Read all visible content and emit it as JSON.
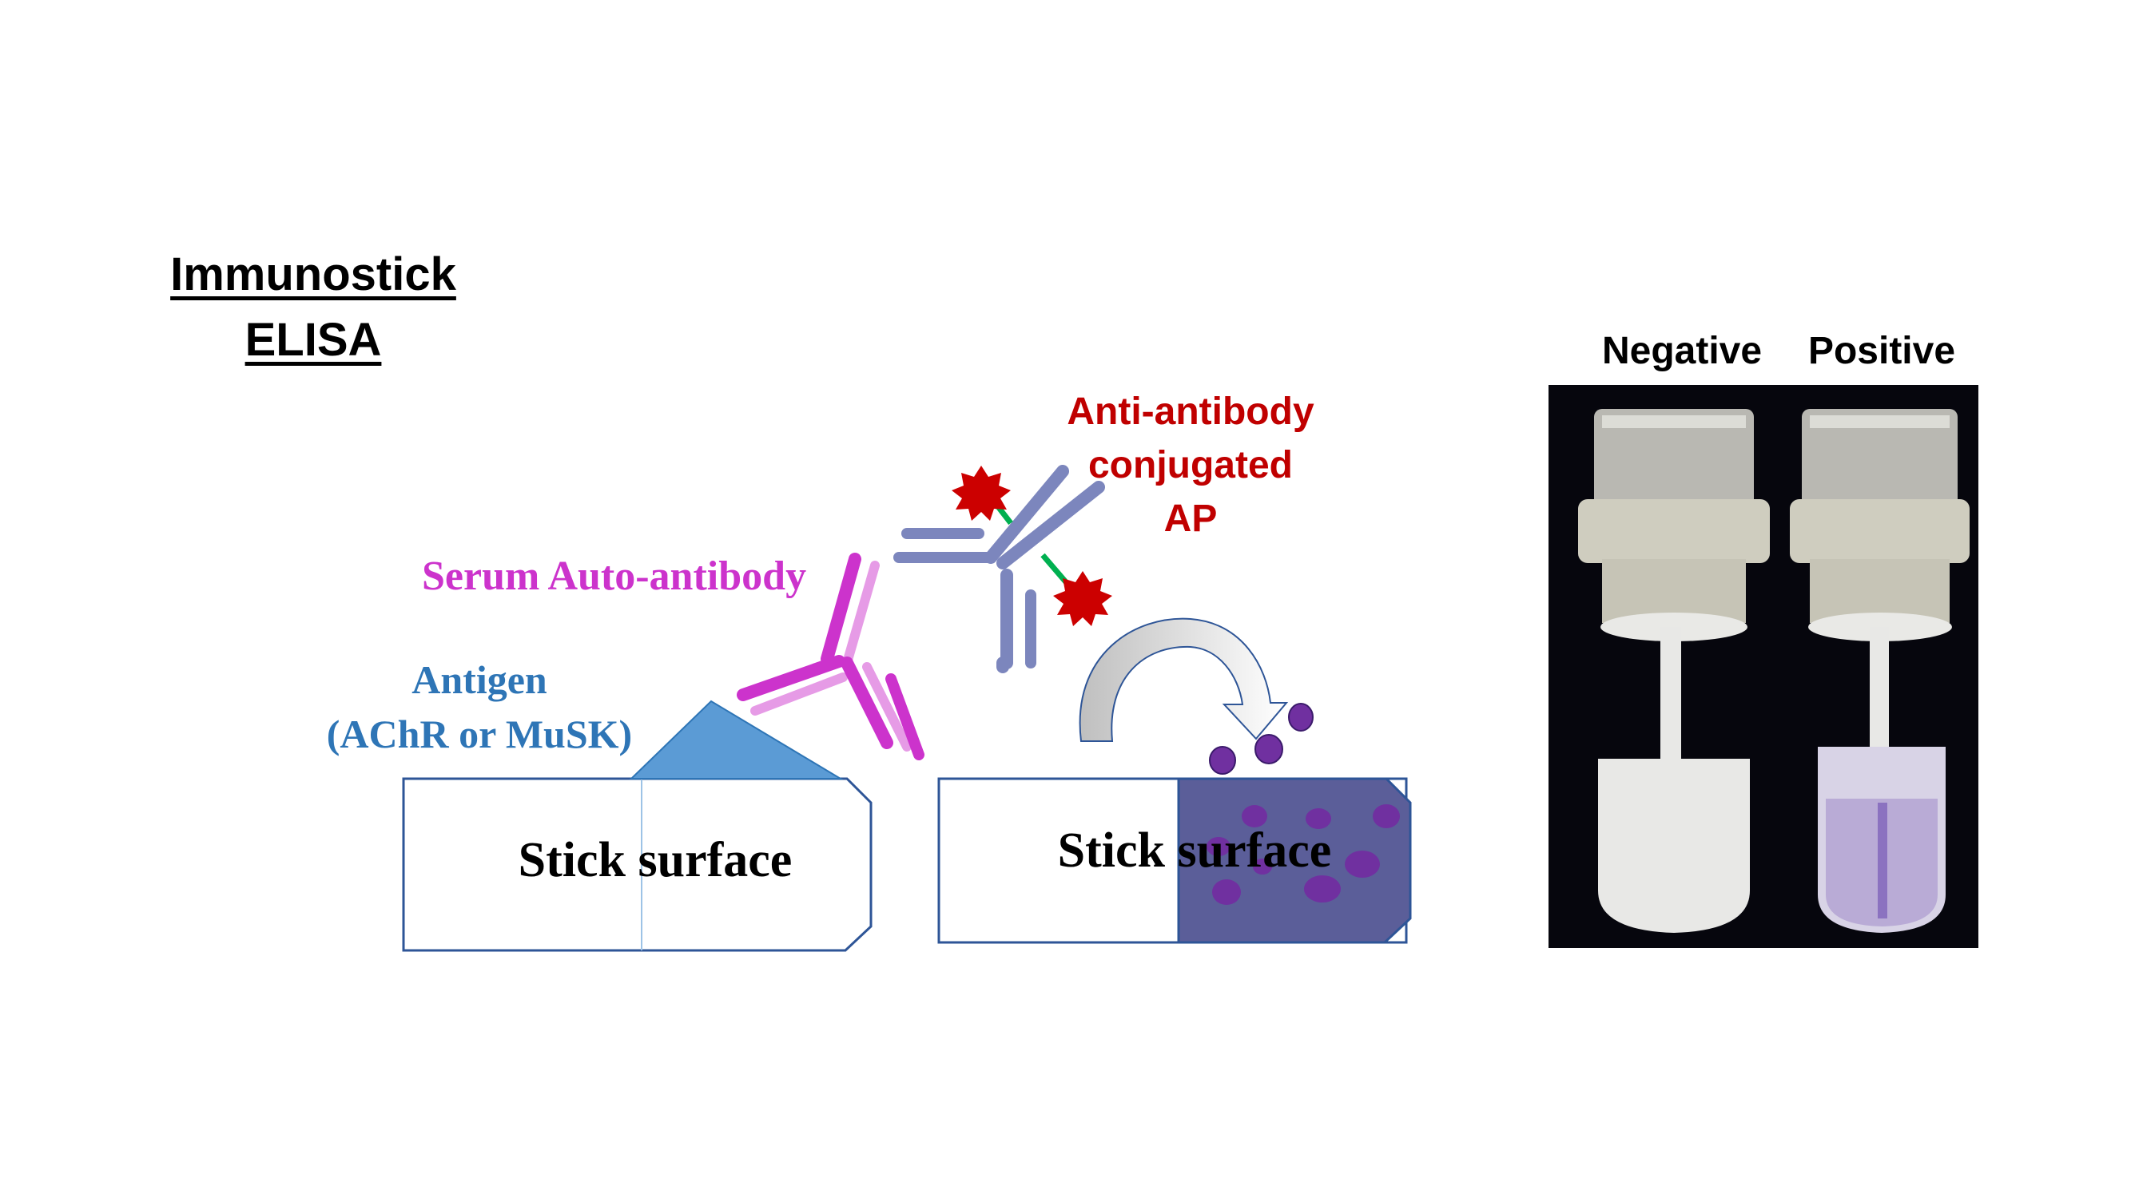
{
  "title": {
    "line1": "Immunostick",
    "line2": "ELISA"
  },
  "labels": {
    "anti_antibody": [
      "Anti-antibody",
      "conjugated",
      "AP"
    ],
    "serum_auto_antibody": "Serum Auto-antibody",
    "antigen": [
      "Antigen",
      "(AChR or MuSK)"
    ],
    "stick_surface_left": "Stick surface",
    "stick_surface_right": "Stick surface"
  },
  "photo": {
    "negative_label": "Negative",
    "positive_label": "Positive"
  },
  "colors": {
    "serum_antibody": "#cc33cc",
    "anti_antibody": "#7c86bd",
    "anti_antibody_text": "#c00000",
    "antigen": "#5b9bd5",
    "antigen_text": "#2e75b6",
    "stick_outline": "#2e5597",
    "substrate_fill": "#5b5e99",
    "product_dots": "#7030a0",
    "ap_enzyme": "#cc0000",
    "linker": "#00b050"
  }
}
